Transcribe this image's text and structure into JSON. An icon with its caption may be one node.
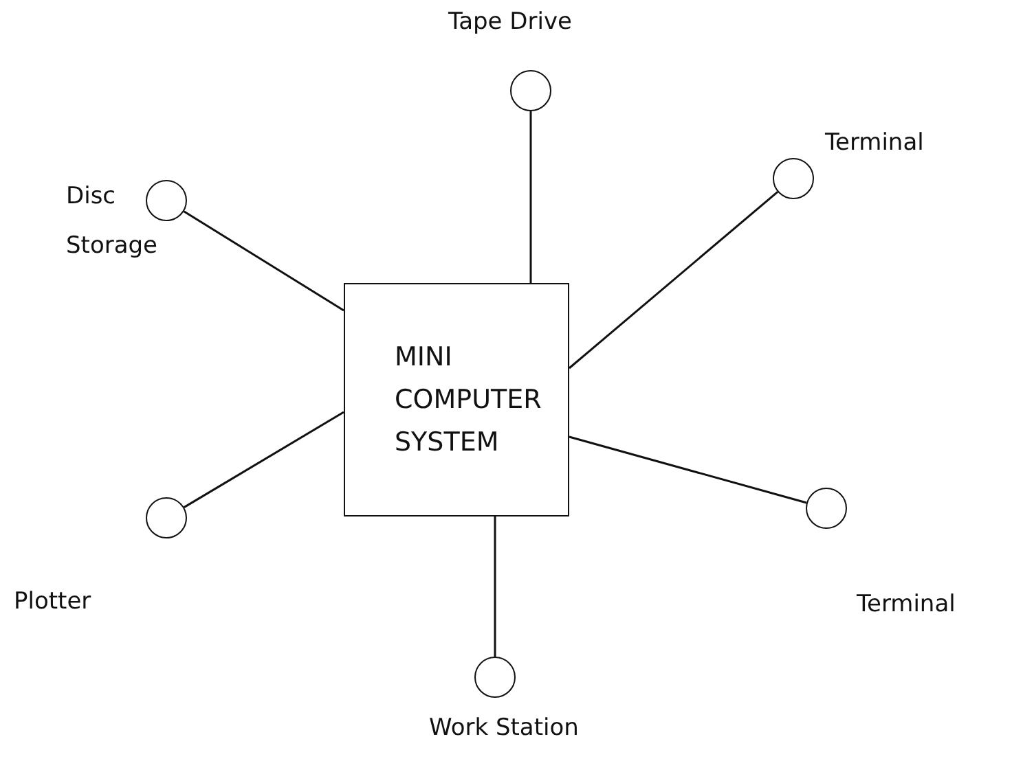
{
  "diagram": {
    "nodes": [
      {
        "text": [],
        "shape": "circle",
        "beside": [
          "Tape Drive"
        ]
      },
      {
        "text": [],
        "shape": "circle",
        "beside": [
          "Terminal"
        ]
      },
      {
        "text": [],
        "shape": "circle",
        "beside": [
          "Disc Storage"
        ]
      },
      {
        "text": [
          "MINI COMPUTER SYSTEM"
        ]
      },
      {
        "text": [],
        "shape": "circle",
        "beside": [
          "Plotter"
        ]
      },
      {
        "text": [],
        "shape": "circle",
        "beside": [
          "Terminal"
        ]
      },
      {
        "text": [],
        "shape": "circle",
        "beside": [
          "Work Station"
        ]
      }
    ],
    "edges": [
      {
        "from": 3,
        "to": 0,
        "arrow": "none"
      },
      {
        "from": 3,
        "to": 1,
        "arrow": "none"
      },
      {
        "from": 3,
        "to": 2,
        "arrow": "none"
      },
      {
        "from": 3,
        "to": 4,
        "arrow": "none"
      },
      {
        "from": 3,
        "to": 5,
        "arrow": "none"
      },
      {
        "from": 3,
        "to": 6,
        "arrow": "none"
      }
    ]
  }
}
